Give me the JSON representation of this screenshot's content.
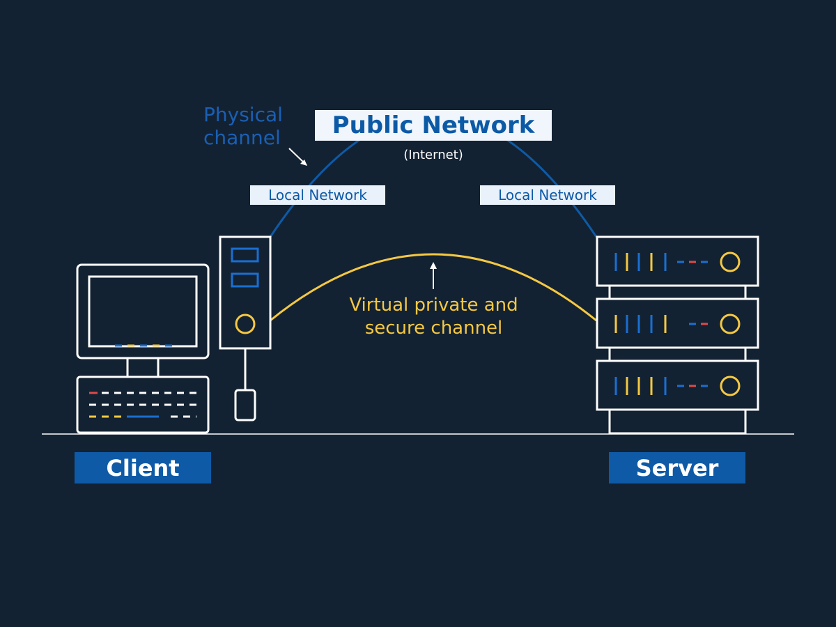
{
  "diagram": {
    "title": "Public Network",
    "subtitle": "(Internet)",
    "physical_channel": [
      "Physical",
      "channel"
    ],
    "local_network_left": "Local Network",
    "local_network_right": "Local Network",
    "virtual_channel": [
      "Virtual private and",
      "secure channel"
    ],
    "client_label": "Client",
    "server_label": "Server"
  },
  "colors": {
    "background": "#132232",
    "outline": "#ffffff",
    "physical_channel": "#0f5aa6",
    "virtual_channel": "#f5c842",
    "label_box": "#f1f6fc",
    "role_box": "#0f5aa6",
    "indicator_red": "#e04848"
  },
  "icons": [
    "desktop-computer-icon",
    "tower-pc-icon",
    "keyboard-icon",
    "mouse-icon",
    "server-rack-icon"
  ]
}
